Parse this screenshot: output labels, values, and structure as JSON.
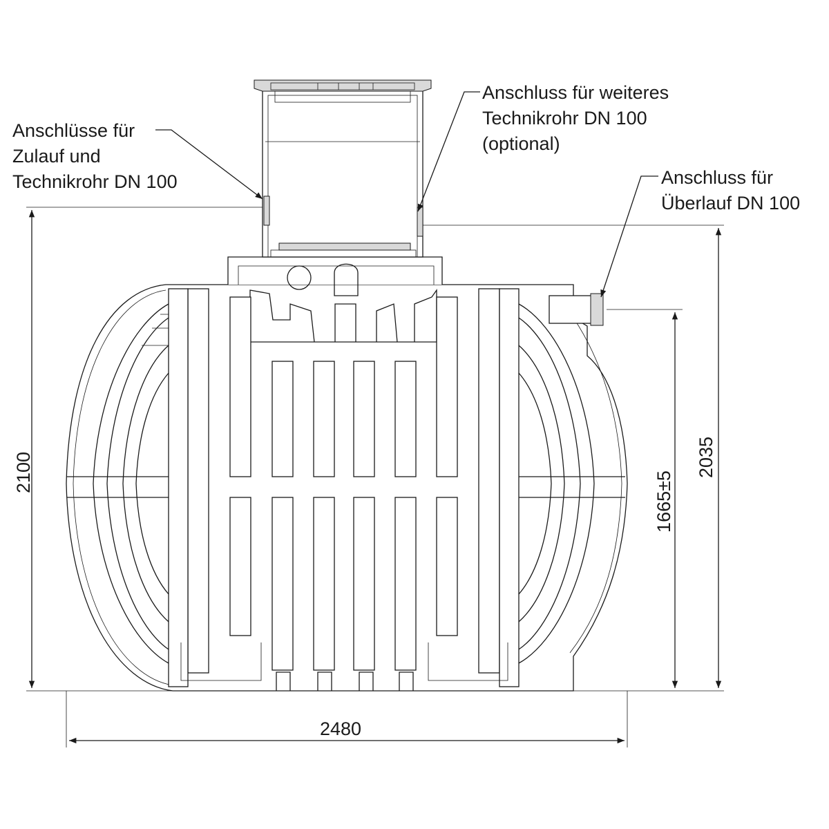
{
  "labels": {
    "inlet_line1": "Anschlüsse für",
    "inlet_line2": "Zulauf und",
    "inlet_line3": "Technikrohr DN 100",
    "extra_line1": "Anschluss für weiteres",
    "extra_line2": "Technikrohr DN 100",
    "extra_line3": "(optional)",
    "overflow_line1": "Anschluss für",
    "overflow_line2": "Überlauf DN 100"
  },
  "dimensions": {
    "total_height": "2100",
    "height_to_overflow": "2035",
    "inlet_height": "1665±5",
    "width": "2480"
  }
}
